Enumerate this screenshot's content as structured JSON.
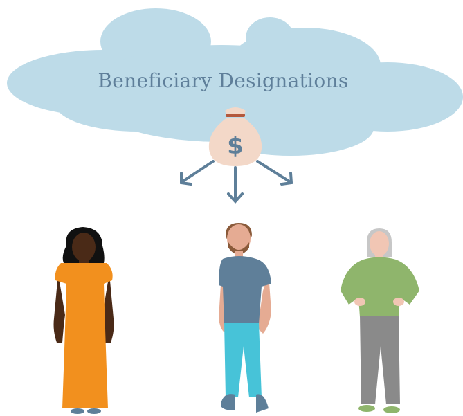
{
  "title": "Beneficiary Designations",
  "icons": {
    "cloud": "cloud-icon",
    "money_bag": "money-bag-icon",
    "currency_symbol": "$",
    "arrows": [
      "arrow-left-icon",
      "arrow-down-icon",
      "arrow-right-icon"
    ]
  },
  "people": [
    {
      "name": "beneficiary-woman-orange-dress"
    },
    {
      "name": "beneficiary-man-blue-shirt"
    },
    {
      "name": "beneficiary-elderly-woman-green-sweater"
    }
  ],
  "colors": {
    "cloud": "#bddbe8",
    "title": "#5f7f9a",
    "bag": "#f3d8c8",
    "bag_tie": "#b3583c",
    "dollar": "#5e7f99",
    "arrows": "#5e7f99",
    "dress": "#f2901e",
    "skin_dark": "#4a2a17",
    "shirt": "#5f7f99",
    "jeans": "#47c3d8",
    "sweater": "#8fb56c",
    "pants_grey": "#8a8a8a"
  }
}
